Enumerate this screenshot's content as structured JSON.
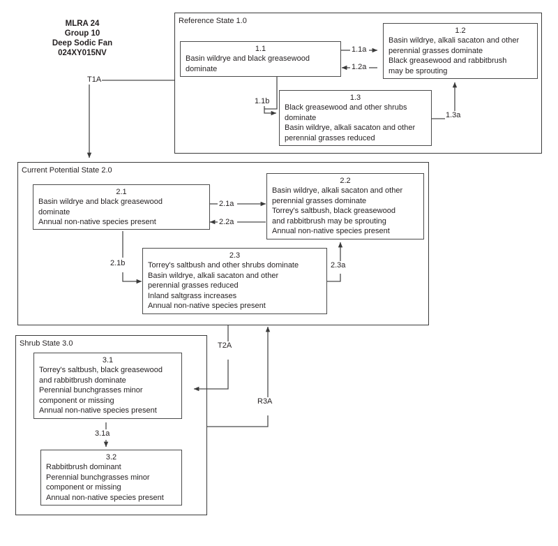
{
  "title_block": {
    "name": "ecological-site-title",
    "lines": "MLRA 24\nGroup 10\nDeep Sodic Fan\n024XY015NV"
  },
  "states": [
    {
      "id": "state-1",
      "label": "Reference State 1.0",
      "phases": [
        {
          "id": "1.1",
          "number": "1.1",
          "text": "Basin wildrye and black greasewood\ndominate"
        },
        {
          "id": "1.2",
          "number": "1.2",
          "text": "Basin wildrye, alkali sacaton and other\nperennial grasses dominate\nBlack greasewood and rabbitbrush\nmay be sprouting"
        },
        {
          "id": "1.3",
          "number": "1.3",
          "text": "Black greasewood and other shrubs\ndominate\nBasin wildrye, alkali sacaton and other\nperennial grasses reduced"
        }
      ]
    },
    {
      "id": "state-2",
      "label": "Current Potential State 2.0",
      "phases": [
        {
          "id": "2.1",
          "number": "2.1",
          "text": "Basin wildrye and black greasewood\ndominate\nAnnual non-native species present"
        },
        {
          "id": "2.2",
          "number": "2.2",
          "text": "Basin wildrye, alkali sacaton and other\nperennial grasses dominate\nTorrey's saltbush, black greasewood\nand rabbitbrush may be sprouting\nAnnual non-native species present"
        },
        {
          "id": "2.3",
          "number": "2.3",
          "text": "Torrey's saltbush and other shrubs dominate\nBasin wildrye, alkali sacaton and other\nperennial grasses reduced\nInland saltgrass increases\nAnnual non-native species present"
        }
      ]
    },
    {
      "id": "state-3",
      "label": "Shrub State 3.0",
      "phases": [
        {
          "id": "3.1",
          "number": "3.1",
          "text": "Torrey's saltbush, black greasewood\nand rabbitbrush dominate\nPerennial bunchgrasses minor\ncomponent or missing\nAnnual non-native species present"
        },
        {
          "id": "3.2",
          "number": "3.2",
          "text": "Rabbitbrush dominant\nPerennial bunchgrasses minor\ncomponent or missing\nAnnual non-native species present"
        }
      ]
    }
  ],
  "transitions": [
    {
      "id": "T1A",
      "label": "T1A",
      "from": "Reference State 1.0",
      "to": "Current Potential State 2.0"
    },
    {
      "id": "T2A",
      "label": "T2A",
      "from": "Current Potential State 2.0",
      "to": "Shrub State 3.0"
    },
    {
      "id": "R3A",
      "label": "R3A",
      "from": "Shrub State 3.0",
      "to": "Current Potential State 2.0"
    }
  ],
  "pathways": [
    {
      "id": "1.1a",
      "label": "1.1a",
      "from": "1.1",
      "to": "1.2"
    },
    {
      "id": "1.2a",
      "label": "1.2a",
      "from": "1.2",
      "to": "1.1"
    },
    {
      "id": "1.1b",
      "label": "1.1b",
      "from": "1.1",
      "to": "1.3"
    },
    {
      "id": "1.3a",
      "label": "1.3a",
      "from": "1.3",
      "to": "1.2"
    },
    {
      "id": "2.1a",
      "label": "2.1a",
      "from": "2.1",
      "to": "2.2"
    },
    {
      "id": "2.2a",
      "label": "2.2a",
      "from": "2.2",
      "to": "2.1"
    },
    {
      "id": "2.1b",
      "label": "2.1b",
      "from": "2.1",
      "to": "2.3"
    },
    {
      "id": "2.3a",
      "label": "2.3a",
      "from": "2.3",
      "to": "2.2"
    },
    {
      "id": "3.1a",
      "label": "3.1a",
      "from": "3.1",
      "to": "3.2"
    }
  ],
  "colors": {
    "background": "#ffffff",
    "text": "#231f20",
    "box_border": "#4a4a4a",
    "state_border": "#3a3a3a",
    "connector": "#4a4a4a"
  }
}
